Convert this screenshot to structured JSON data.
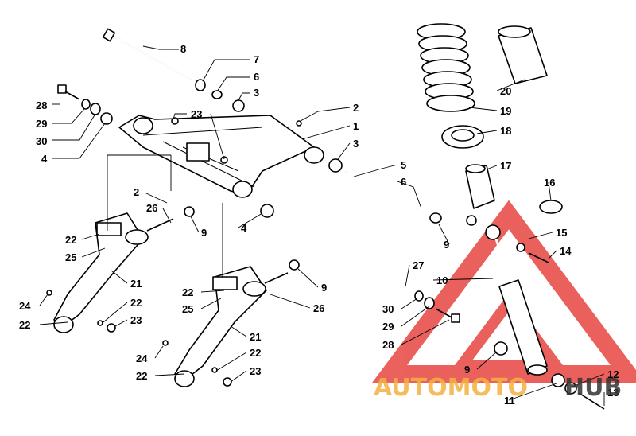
{
  "callouts": [
    {
      "id": "c8",
      "text": "8"
    },
    {
      "id": "c7",
      "text": "7"
    },
    {
      "id": "c6a",
      "text": "6"
    },
    {
      "id": "c3a",
      "text": "3"
    },
    {
      "id": "c28a",
      "text": "28"
    },
    {
      "id": "c29a",
      "text": "29"
    },
    {
      "id": "c30a",
      "text": "30"
    },
    {
      "id": "c4a",
      "text": "4"
    },
    {
      "id": "c23a",
      "text": "23"
    },
    {
      "id": "c2a",
      "text": "2"
    },
    {
      "id": "c1",
      "text": "1"
    },
    {
      "id": "c3b",
      "text": "3"
    },
    {
      "id": "c2b",
      "text": "2"
    },
    {
      "id": "c5",
      "text": "5"
    },
    {
      "id": "c6b",
      "text": "6"
    },
    {
      "id": "c26a",
      "text": "26"
    },
    {
      "id": "c9a",
      "text": "9"
    },
    {
      "id": "c22a",
      "text": "22"
    },
    {
      "id": "c25a",
      "text": "25"
    },
    {
      "id": "c4b",
      "text": "4"
    },
    {
      "id": "c21a",
      "text": "21"
    },
    {
      "id": "c24a",
      "text": "24"
    },
    {
      "id": "c22b",
      "text": "22"
    },
    {
      "id": "c22c",
      "text": "22"
    },
    {
      "id": "c23b",
      "text": "23"
    },
    {
      "id": "c22d",
      "text": "22"
    },
    {
      "id": "c25b",
      "text": "25"
    },
    {
      "id": "c9b",
      "text": "9"
    },
    {
      "id": "c26b",
      "text": "26"
    },
    {
      "id": "c27",
      "text": "27"
    },
    {
      "id": "c10",
      "text": "10"
    },
    {
      "id": "c9c",
      "text": "9"
    },
    {
      "id": "c30b",
      "text": "30"
    },
    {
      "id": "c29b",
      "text": "29"
    },
    {
      "id": "c28b",
      "text": "28"
    },
    {
      "id": "c21b",
      "text": "21"
    },
    {
      "id": "c24b",
      "text": "24"
    },
    {
      "id": "c22e",
      "text": "22"
    },
    {
      "id": "c22f",
      "text": "22"
    },
    {
      "id": "c23c",
      "text": "23"
    },
    {
      "id": "c20",
      "text": "20"
    },
    {
      "id": "c19",
      "text": "19"
    },
    {
      "id": "c18",
      "text": "18"
    },
    {
      "id": "c17",
      "text": "17"
    },
    {
      "id": "c16",
      "text": "16"
    },
    {
      "id": "c15",
      "text": "15"
    },
    {
      "id": "c14",
      "text": "14"
    },
    {
      "id": "c9d",
      "text": "9"
    },
    {
      "id": "c11",
      "text": "11"
    },
    {
      "id": "c12",
      "text": "12"
    },
    {
      "id": "c13",
      "text": "13"
    }
  ],
  "watermark": {
    "part1": "AUTOMOTO",
    "part2": "HUB",
    "color1": "#f5b041",
    "color2": "#333333",
    "triangle_color": "#e53935"
  }
}
